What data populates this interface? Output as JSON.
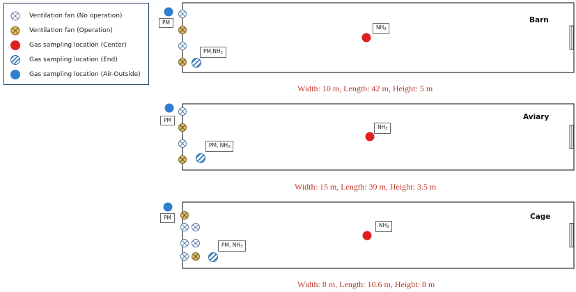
{
  "legend": {
    "items": [
      {
        "key": "fan-off",
        "label": "Ventilation fan (No operation)"
      },
      {
        "key": "fan-on",
        "label": "Ventilation fan (Operation)"
      },
      {
        "key": "center",
        "label": "Gas sampling location (Center)"
      },
      {
        "key": "end",
        "label": "Gas sampling location (End)"
      },
      {
        "key": "outside",
        "label": "Gas sampling location (Air-Outside)"
      }
    ]
  },
  "colors": {
    "fan_off_fill": "#ffffff",
    "fan_off_stroke": "#5b7fa8",
    "fan_on_fill": "#e8b84a",
    "center_fill": "#e02020",
    "outside_fill": "#2f7fcf",
    "end_stroke": "#2f6fae",
    "caption": "#c0392b"
  },
  "buildings": [
    {
      "name": "Barn",
      "caption": "Width: 10 m, Length: 42 m, Height: 5 m",
      "pm_label": "PM",
      "end_label": {
        "prefix": "PM,NH",
        "sub": "3"
      },
      "center_label": {
        "prefix": "NH",
        "sub": "3"
      },
      "fans": [
        {
          "state": "off"
        },
        {
          "state": "on"
        },
        {
          "state": "off"
        },
        {
          "state": "on"
        }
      ]
    },
    {
      "name": "Aviary",
      "caption": "Width: 15 m, Length: 39 m, Height: 3.5 m",
      "pm_label": "PM",
      "end_label": {
        "prefix": "PM, NH",
        "sub": "3"
      },
      "center_label": {
        "prefix": "NH",
        "sub": "3"
      },
      "fans": [
        {
          "state": "off"
        },
        {
          "state": "on"
        },
        {
          "state": "off"
        },
        {
          "state": "on"
        }
      ]
    },
    {
      "name": "Cage",
      "caption": "Width: 8 m, Length: 10.6 m, Height: 8 m",
      "pm_label": "PM",
      "end_label": {
        "prefix": "PM, NH",
        "sub": "3"
      },
      "center_label": {
        "prefix": "NH",
        "sub": "3"
      },
      "fans": [
        {
          "state": "on"
        },
        {
          "state": "off"
        },
        {
          "state": "off"
        },
        {
          "state": "off"
        },
        {
          "state": "off"
        },
        {
          "state": "off"
        },
        {
          "state": "on"
        }
      ]
    }
  ]
}
